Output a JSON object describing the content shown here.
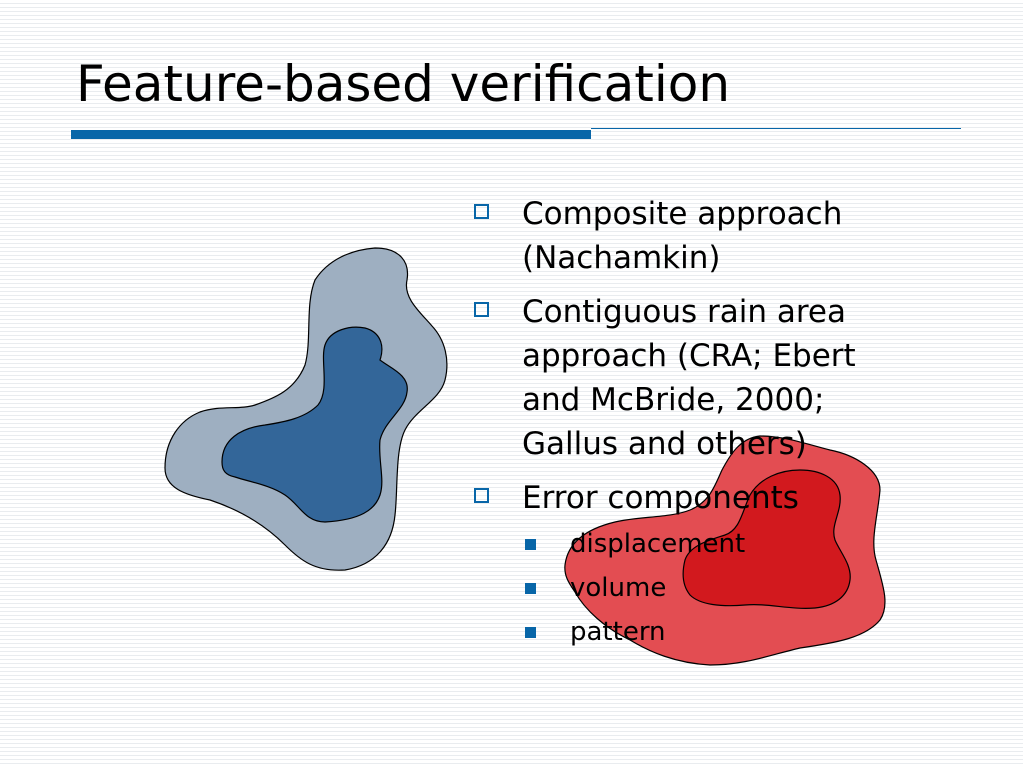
{
  "slide": {
    "title": "Feature-based verification",
    "bullets": [
      {
        "lines": [
          "Composite approach",
          "(Nachamkin)"
        ]
      },
      {
        "lines": [
          "Contiguous rain area",
          "approach (CRA; Ebert",
          "and McBride, 2000;",
          "Gallus and others)"
        ]
      },
      {
        "lines": [
          "Error components"
        ]
      }
    ],
    "sub_bullets": [
      "displacement",
      "volume",
      "pattern"
    ]
  },
  "colors": {
    "accent": "#0866a8",
    "outer_blue": "#9eafc1",
    "inner_blue": "#336699",
    "outer_red": "#e34d52",
    "inner_red": "#d2191e"
  }
}
